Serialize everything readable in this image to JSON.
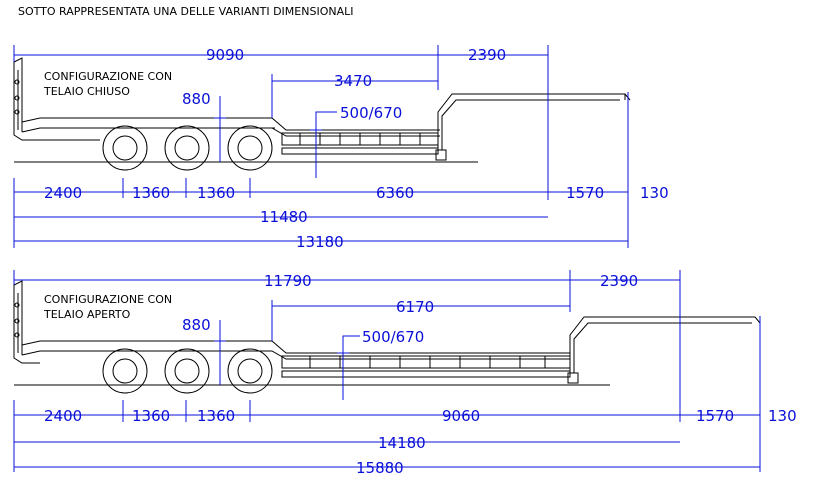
{
  "header": "SOTTO RAPPRESENTATA UNA DELLE VARIANTI DIMENSIONALI",
  "closed": {
    "label1": "CONFIGURAZIONE CON",
    "label2": "TELAIO CHIUSO",
    "d_top_left": "9090",
    "d_top_right": "2390",
    "d_platform": "3470",
    "d_height": "880",
    "d_deck": "500/670",
    "d_a": "2400",
    "d_b": "1360",
    "d_c": "1360",
    "d_d": "6360",
    "d_e": "1570",
    "d_f": "130",
    "d_g": "11480",
    "d_total": "13180"
  },
  "open": {
    "label1": "CONFIGURAZIONE CON",
    "label2": "TELAIO APERTO",
    "d_top_left": "11790",
    "d_top_right": "2390",
    "d_platform": "6170",
    "d_height": "880",
    "d_deck": "500/670",
    "d_a": "2400",
    "d_b": "1360",
    "d_c": "1360",
    "d_d": "9060",
    "d_e": "1570",
    "d_f": "130",
    "d_g": "14180",
    "d_total": "15880"
  }
}
